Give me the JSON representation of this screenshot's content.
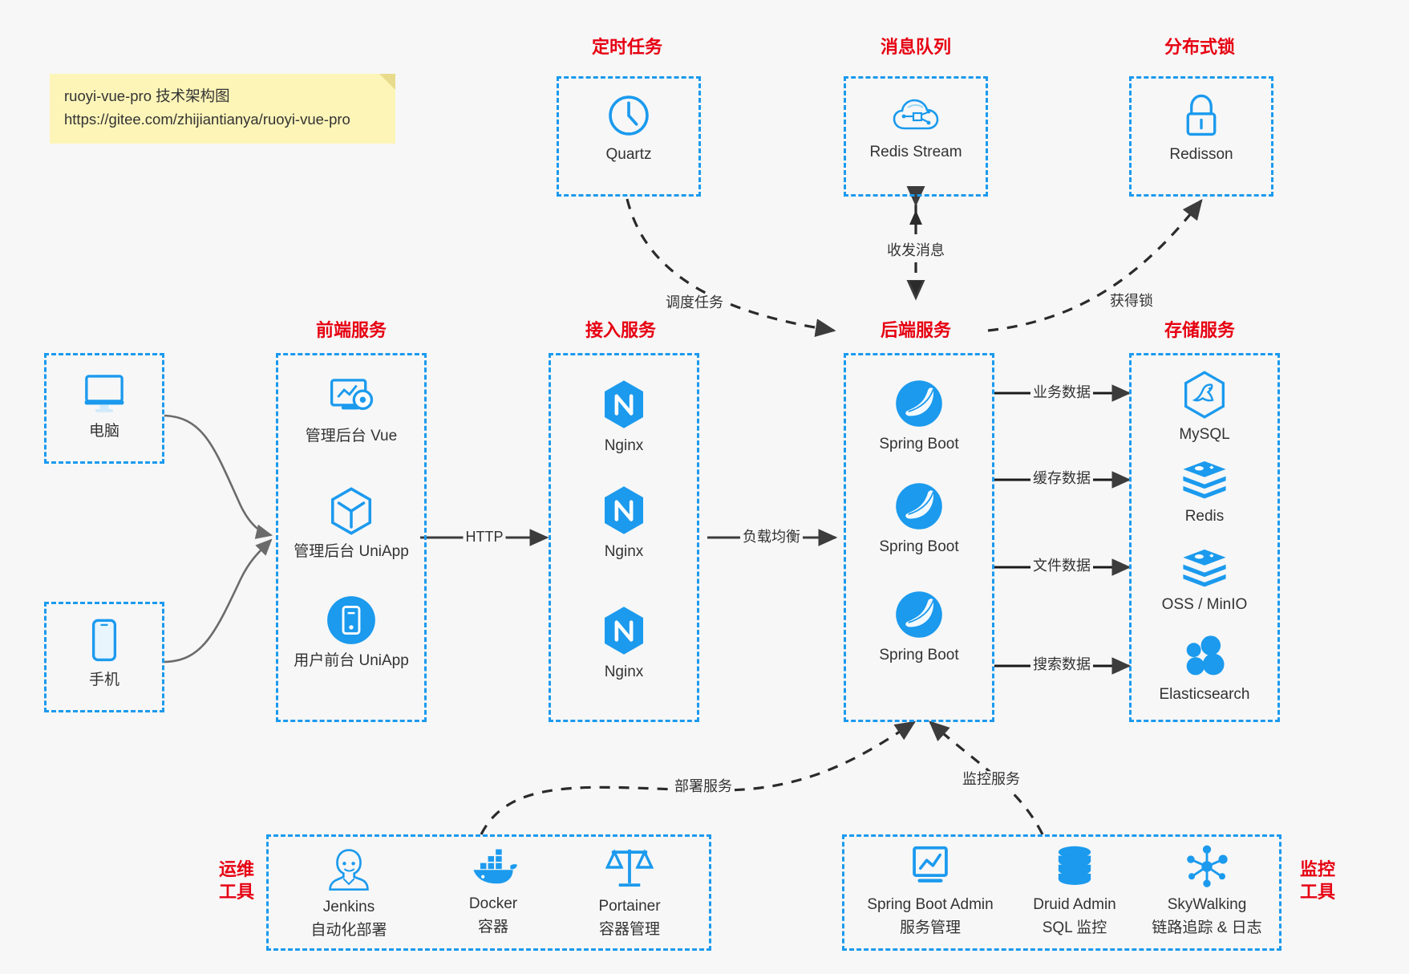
{
  "note": {
    "line1": "ruoyi-vue-pro 技术架构图",
    "line2": "https://gitee.com/zhijiantianya/ruoyi-vue-pro"
  },
  "colors": {
    "accent": "#1b9aee",
    "group_title": "#e60012",
    "background": "#f7f7f7",
    "note_background": "#fdf5b8",
    "text": "#333333",
    "connector": "#3c3c3c",
    "client_connector": "#666666"
  },
  "groups": {
    "scheduled_task": {
      "title": "定时任务"
    },
    "message_queue": {
      "title": "消息队列"
    },
    "distributed_lock": {
      "title": "分布式锁"
    },
    "frontend": {
      "title": "前端服务"
    },
    "gateway": {
      "title": "接入服务"
    },
    "backend": {
      "title": "后端服务"
    },
    "storage": {
      "title": "存储服务"
    },
    "devops": {
      "title_line1": "运维",
      "title_line2": "工具"
    },
    "monitor": {
      "title_line1": "监控",
      "title_line2": "工具"
    }
  },
  "nodes": {
    "quartz": {
      "label": "Quartz",
      "icon": "clock-icon"
    },
    "redis_stream": {
      "label": "Redis Stream",
      "icon": "cloud-stream-icon"
    },
    "redisson": {
      "label": "Redisson",
      "icon": "lock-icon"
    },
    "pc": {
      "label": "电脑",
      "icon": "desktop-icon"
    },
    "phone": {
      "label": "手机",
      "icon": "phone-icon"
    },
    "admin_vue": {
      "label": "管理后台 Vue",
      "icon": "dashboard-icon"
    },
    "admin_uniapp": {
      "label": "管理后台 UniApp",
      "icon": "cube-icon"
    },
    "user_uniapp": {
      "label": "用户前台 UniApp",
      "icon": "mobile-app-icon"
    },
    "nginx_1": {
      "label": "Nginx",
      "icon": "nginx-icon"
    },
    "nginx_2": {
      "label": "Nginx",
      "icon": "nginx-icon"
    },
    "nginx_3": {
      "label": "Nginx",
      "icon": "nginx-icon"
    },
    "springboot_1": {
      "label": "Spring Boot",
      "icon": "spring-icon"
    },
    "springboot_2": {
      "label": "Spring Boot",
      "icon": "spring-icon"
    },
    "springboot_3": {
      "label": "Spring Boot",
      "icon": "spring-icon"
    },
    "mysql": {
      "label": "MySQL",
      "icon": "mysql-icon"
    },
    "redis": {
      "label": "Redis",
      "icon": "redis-icon"
    },
    "oss": {
      "label": "OSS / MinIO",
      "icon": "redis-stack-icon"
    },
    "elasticsearch": {
      "label": "Elasticsearch",
      "icon": "elasticsearch-icon"
    },
    "jenkins": {
      "label": "Jenkins",
      "sub": "自动化部署",
      "icon": "jenkins-icon"
    },
    "docker": {
      "label": "Docker",
      "sub": "容器",
      "icon": "docker-icon"
    },
    "portainer": {
      "label": "Portainer",
      "sub": "容器管理",
      "icon": "scales-icon"
    },
    "spring_boot_admin": {
      "label": "Spring Boot Admin",
      "sub": "服务管理",
      "icon": "monitor-chart-icon"
    },
    "druid_admin": {
      "label": "Druid Admin",
      "sub": "SQL 监控",
      "icon": "database-icon"
    },
    "skywalking": {
      "label": "SkyWalking",
      "sub": "链路追踪 & 日志",
      "icon": "network-nodes-icon"
    }
  },
  "edges": {
    "http": "HTTP",
    "load_balance": "负载均衡",
    "schedule_task": "调度任务",
    "send_receive_message": "收发消息",
    "acquire_lock": "获得锁",
    "business_data": "业务数据",
    "cache_data": "缓存数据",
    "file_data": "文件数据",
    "search_data": "搜索数据",
    "deploy_service": "部署服务",
    "monitor_service": "监控服务"
  }
}
